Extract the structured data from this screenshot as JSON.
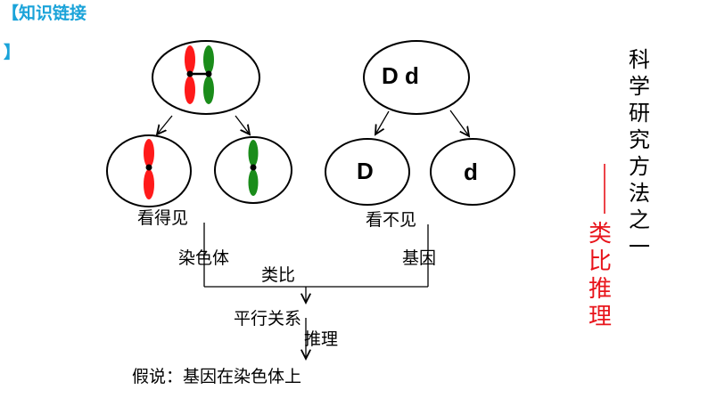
{
  "header": {
    "title": "【知识链接",
    "title_close": "】"
  },
  "left": {
    "visible_label": "看得见",
    "chromosome_label": "染色体"
  },
  "right": {
    "genotype_parent": "D d",
    "allele_D": "D",
    "allele_d": "d",
    "invisible_label": "看不见",
    "gene_label": "基因"
  },
  "flow": {
    "analogy_label": "类比",
    "parallel_label": "平行关系",
    "reasoning_label": "推理",
    "hypothesis": "假说：基因在染色体上"
  },
  "sidebar": {
    "method_chars": [
      "科",
      "学",
      "研",
      "究",
      "方",
      "法",
      "之",
      "一"
    ],
    "topic_chars": [
      "类",
      "比",
      "推",
      "理"
    ],
    "colors": {
      "method": "#000000",
      "topic": "#e8141b"
    }
  },
  "colors": {
    "header": "#1aa3d9",
    "red": "#ff1a1a",
    "green": "#1a8c1a"
  }
}
